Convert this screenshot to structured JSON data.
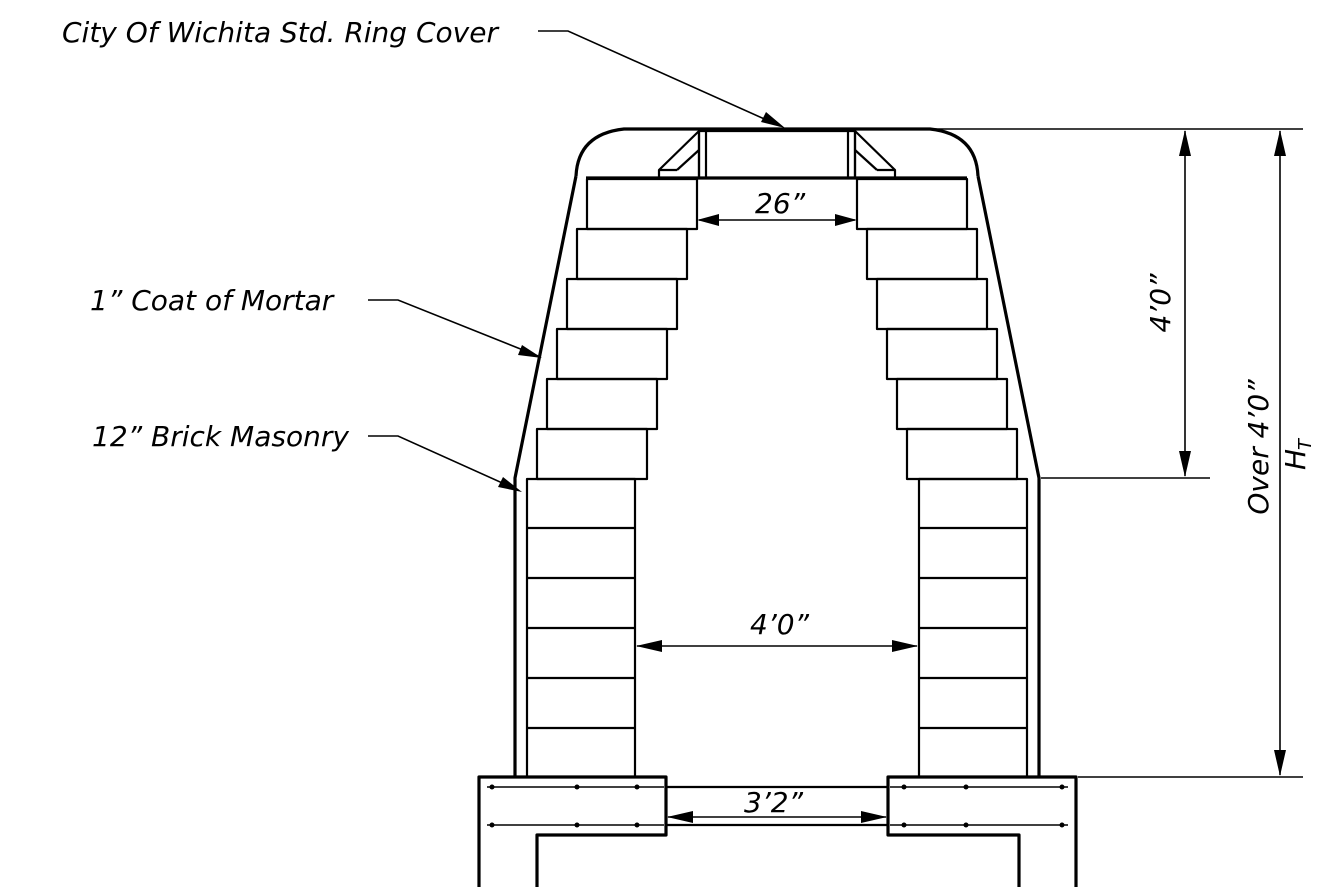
{
  "callouts": {
    "ring_cover": "City Of Wichita Std. Ring Cover",
    "mortar": "1” Coat of Mortar",
    "brick": "12” Brick Masonry"
  },
  "dimensions": {
    "opening_top": "26”",
    "opening_inner": "4’0”",
    "opening_base": "3’2”",
    "cone_height": "4’0”",
    "total_height": "Over  4’0”",
    "total_height_symbol": "H",
    "total_height_subscript": "T"
  }
}
